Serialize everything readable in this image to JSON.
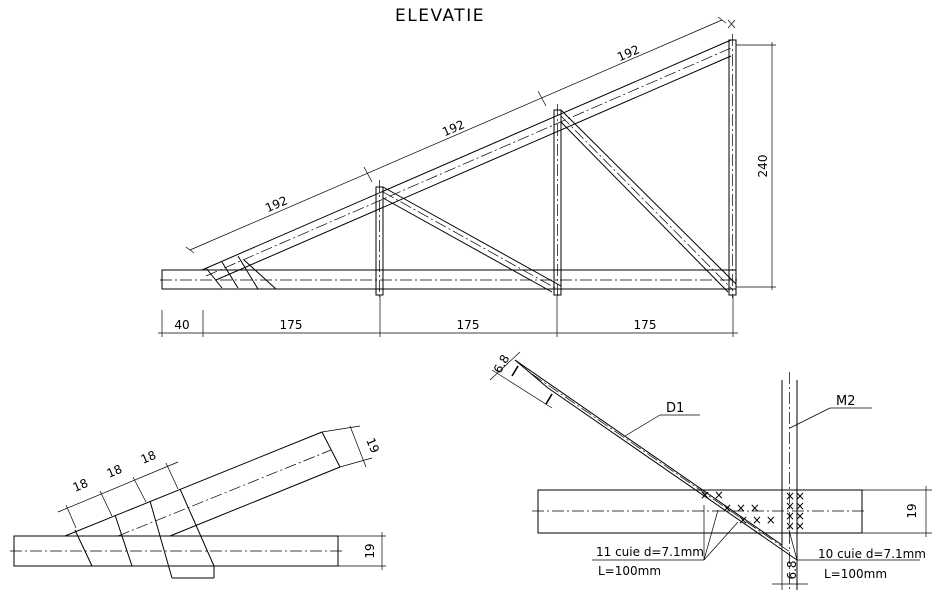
{
  "elevation": {
    "title": "ELEVATIE",
    "rafter_segments": [
      "192",
      "192",
      "192"
    ],
    "height": "240",
    "base_segments": [
      "40",
      "175",
      "175",
      "175"
    ]
  },
  "detail_left": {
    "spacings": [
      "18",
      "18",
      "18"
    ],
    "rafter_depth": "19",
    "beam_depth": "19"
  },
  "detail_right": {
    "thickness_top": "6.8",
    "thickness_bottom": "6.8",
    "diagonal_label": "D1",
    "post_label": "M2",
    "beam_depth": "19",
    "nails_left_line1": "11 cuie d=7.1mm",
    "nails_left_line2": "L=100mm",
    "nails_right_line1": "10 cuie d=7.1mm",
    "nails_right_line2": "L=100mm"
  }
}
